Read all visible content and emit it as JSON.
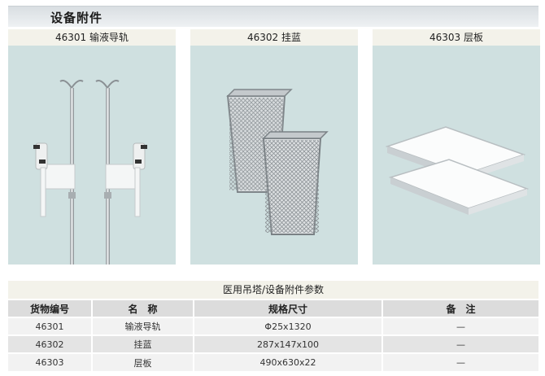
{
  "header": {
    "title": "设备附件"
  },
  "products": [
    {
      "label": "46301  输液导轨"
    },
    {
      "label": "46302  挂蓝"
    },
    {
      "label": "46303  层板"
    }
  ],
  "spec": {
    "title": "医用吊塔/设备附件参数",
    "columns": [
      "货物编号",
      "名　称",
      "规格尺寸",
      "备　注"
    ],
    "rows": [
      [
        "46301",
        "输液导轨",
        "Φ25x1320",
        "—"
      ],
      [
        "46302",
        "挂蓝",
        "287x147x100",
        "—"
      ],
      [
        "46303",
        "层板",
        "490x630x22",
        "—"
      ]
    ]
  }
}
